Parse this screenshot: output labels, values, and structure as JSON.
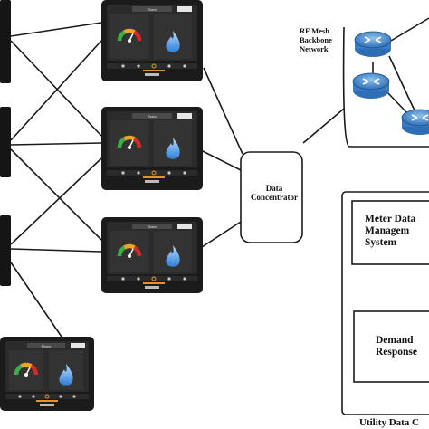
{
  "rf_mesh": {
    "lines": [
      "RF Mesh",
      "Backbone",
      "Network"
    ]
  },
  "data_concentrator": {
    "lines": [
      "Data",
      "Concentrator"
    ]
  },
  "mdms": {
    "lines": [
      "Meter Data",
      "Managem",
      "System"
    ]
  },
  "demand_response": {
    "lines": [
      "Demand",
      "Response"
    ]
  },
  "utility": {
    "label": "Utility Data C"
  },
  "display_header": "Home",
  "colors": {
    "gauge_green": "#3fae49",
    "gauge_amber": "#f2a521",
    "gauge_red": "#d62828",
    "flame_blue": "#5aa6ea",
    "router_blue": "#3a7cc4",
    "accent_orange": "#e8902a"
  },
  "icons": [
    "router-icon",
    "gauge-icon",
    "flame-icon",
    "home-icon"
  ]
}
